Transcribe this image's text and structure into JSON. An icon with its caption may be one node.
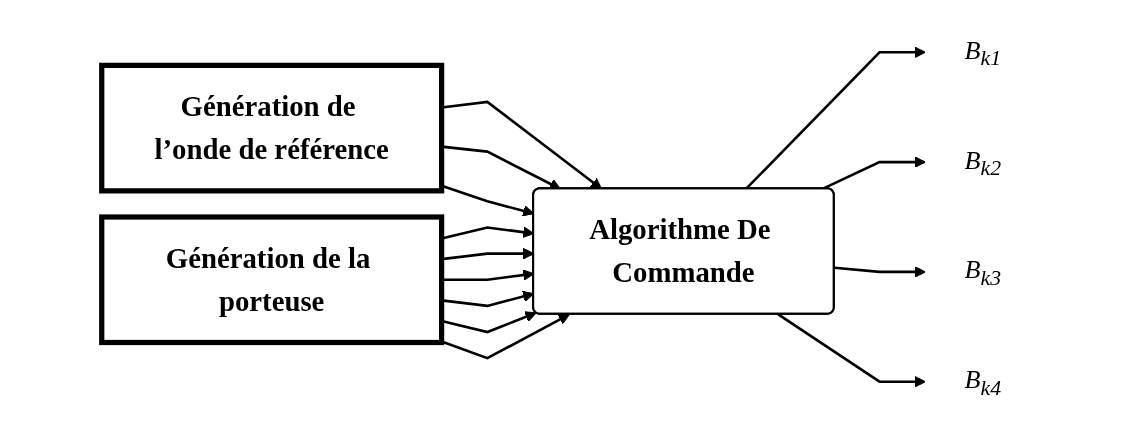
{
  "diagram": {
    "nodes": [
      {
        "text": [
          "Génération de l’onde de référence"
        ]
      },
      {
        "text": [
          "Algorithme De Commande"
        ]
      },
      {
        "text": [
          "Génération de la porteuse"
        ]
      },
      {
        "text": [
          "B$_{k1}$"
        ]
      },
      {
        "text": [
          "B$_{k2}$"
        ]
      },
      {
        "text": [
          "B$_{k3}$"
        ]
      },
      {
        "text": [
          "B$_{k4}$"
        ]
      }
    ],
    "edges": [
      {
        "from": 0,
        "to": 1,
        "arrow": "to"
      },
      {
        "from": 0,
        "to": 1,
        "arrow": "to"
      },
      {
        "from": 0,
        "to": 1,
        "arrow": "to"
      },
      {
        "from": 2,
        "to": 1,
        "arrow": "to"
      },
      {
        "from": 2,
        "to": 1,
        "arrow": "to"
      },
      {
        "from": 2,
        "to": 1,
        "arrow": "to"
      },
      {
        "from": 2,
        "to": 1,
        "arrow": "to"
      },
      {
        "from": 2,
        "to": 1,
        "arrow": "to"
      },
      {
        "from": 2,
        "to": 1,
        "arrow": "to"
      },
      {
        "from": 1,
        "to": 3,
        "arrow": "to"
      },
      {
        "from": 1,
        "to": 4,
        "arrow": "to"
      },
      {
        "from": 1,
        "to": 5,
        "arrow": "to"
      },
      {
        "from": 1,
        "to": 6,
        "arrow": "to"
      }
    ]
  }
}
